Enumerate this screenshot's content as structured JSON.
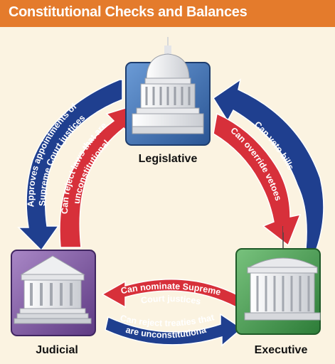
{
  "title": "Constitutional Checks and Balances",
  "branches": {
    "legislative": "Legislative",
    "executive": "Executive",
    "judicial": "Judicial"
  },
  "checks": {
    "executive_to_legislative": "Can veto bills",
    "legislative_to_executive": "Can override vetoes",
    "legislative_to_judicial_line1": "Approves appointments of",
    "legislative_to_judicial_line2": "Supreme Court justices",
    "judicial_to_legislative_line1": "Can reject laws that are",
    "judicial_to_legislative_line2": "unconstitutional",
    "executive_to_judicial_line1": "Can nominate Supreme",
    "executive_to_judicial_line2": "Court justices",
    "judicial_to_executive_line1": "Can reject treaties that",
    "judicial_to_executive_line2": "are unconstitutional"
  },
  "colors": {
    "title_bar": "#e47b2c",
    "blue_arrow": "#1f3f8f",
    "red_arrow": "#d7303a",
    "legislative_box": "#3d6fb0",
    "executive_box": "#3c9a48",
    "judicial_box": "#7b4f9c",
    "background": "#fbf3e1"
  }
}
